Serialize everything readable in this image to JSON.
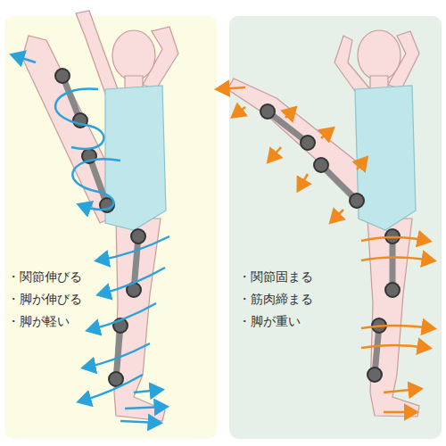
{
  "diagram": {
    "nodes": [
      {
        "text": [
          "・関節伸びる",
          "・脚が伸びる",
          "・脚が軽い"
        ]
      },
      {
        "text": [
          "・関節固まる",
          "・筋肉締まる",
          "・脚が重い"
        ]
      }
    ]
  }
}
